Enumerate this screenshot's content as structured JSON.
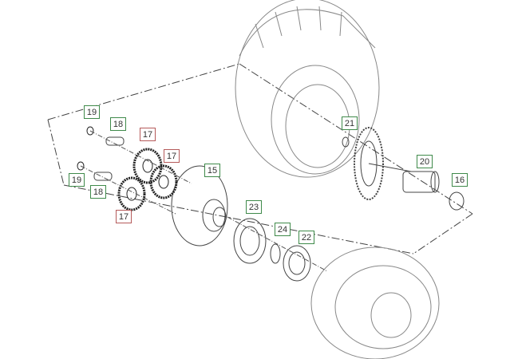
{
  "colors": {
    "callout_green": "#3f8a4a",
    "callout_red": "#b55a5a",
    "line": "#555555"
  },
  "callouts": [
    {
      "id": "c19a",
      "text": "19",
      "color": "green"
    },
    {
      "id": "c18a",
      "text": "18",
      "color": "green"
    },
    {
      "id": "c17a",
      "text": "17",
      "color": "red"
    },
    {
      "id": "c17b",
      "text": "17",
      "color": "red"
    },
    {
      "id": "c15",
      "text": "15",
      "color": "green"
    },
    {
      "id": "c19b",
      "text": "19",
      "color": "green"
    },
    {
      "id": "c18b",
      "text": "18",
      "color": "green"
    },
    {
      "id": "c17c",
      "text": "17",
      "color": "red"
    },
    {
      "id": "c23",
      "text": "23",
      "color": "green"
    },
    {
      "id": "c24",
      "text": "24",
      "color": "green"
    },
    {
      "id": "c22",
      "text": "22",
      "color": "green"
    },
    {
      "id": "c21",
      "text": "21",
      "color": "green"
    },
    {
      "id": "c20",
      "text": "20",
      "color": "green"
    },
    {
      "id": "c16",
      "text": "16",
      "color": "green"
    }
  ]
}
